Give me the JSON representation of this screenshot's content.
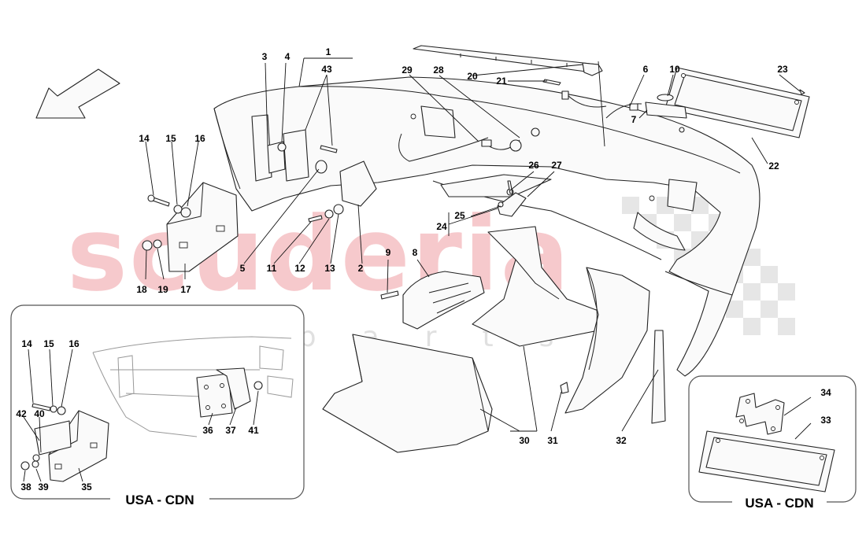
{
  "watermark": {
    "brand": "scuderia",
    "sub": "car parts"
  },
  "insets": [
    {
      "caption": "USA - CDN"
    },
    {
      "caption": "USA - CDN"
    }
  ],
  "callouts": [
    {
      "n": "1"
    },
    {
      "n": "2"
    },
    {
      "n": "3"
    },
    {
      "n": "4"
    },
    {
      "n": "5"
    },
    {
      "n": "6"
    },
    {
      "n": "7"
    },
    {
      "n": "8"
    },
    {
      "n": "9"
    },
    {
      "n": "10"
    },
    {
      "n": "11"
    },
    {
      "n": "12"
    },
    {
      "n": "13"
    },
    {
      "n": "14"
    },
    {
      "n": "15"
    },
    {
      "n": "16"
    },
    {
      "n": "17"
    },
    {
      "n": "18"
    },
    {
      "n": "19"
    },
    {
      "n": "20"
    },
    {
      "n": "21"
    },
    {
      "n": "22"
    },
    {
      "n": "23"
    },
    {
      "n": "24"
    },
    {
      "n": "25"
    },
    {
      "n": "26"
    },
    {
      "n": "27"
    },
    {
      "n": "28"
    },
    {
      "n": "29"
    },
    {
      "n": "30"
    },
    {
      "n": "31"
    },
    {
      "n": "32"
    },
    {
      "n": "43"
    },
    {
      "n": "14"
    },
    {
      "n": "15"
    },
    {
      "n": "16"
    },
    {
      "n": "42"
    },
    {
      "n": "40"
    },
    {
      "n": "38"
    },
    {
      "n": "39"
    },
    {
      "n": "35"
    },
    {
      "n": "36"
    },
    {
      "n": "37"
    },
    {
      "n": "41"
    },
    {
      "n": "34"
    },
    {
      "n": "33"
    }
  ]
}
